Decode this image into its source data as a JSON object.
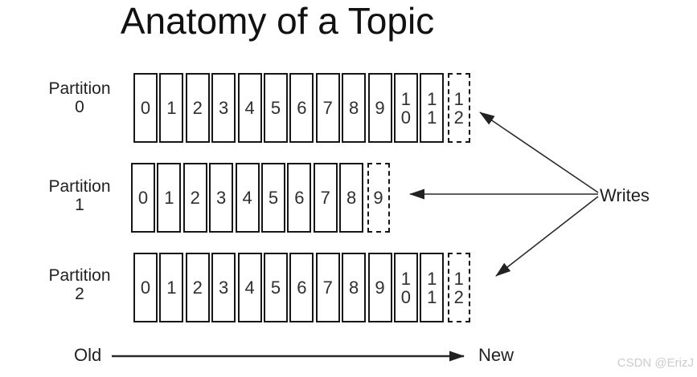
{
  "title": "Anatomy of a Topic",
  "partitions": [
    {
      "label": "Partition",
      "number": "0",
      "cells": [
        "0",
        "1",
        "2",
        "3",
        "4",
        "5",
        "6",
        "7",
        "8",
        "9",
        "10",
        "11",
        "12"
      ],
      "next_write_cell": "12"
    },
    {
      "label": "Partition",
      "number": "1",
      "cells": [
        "0",
        "1",
        "2",
        "3",
        "4",
        "5",
        "6",
        "7",
        "8",
        "9"
      ],
      "next_write_cell": "9"
    },
    {
      "label": "Partition",
      "number": "2",
      "cells": [
        "0",
        "1",
        "2",
        "3",
        "4",
        "5",
        "6",
        "7",
        "8",
        "9",
        "10",
        "11",
        "12"
      ],
      "next_write_cell": "12"
    }
  ],
  "writes_label": "Writes",
  "axis": {
    "old": "Old",
    "new": "New"
  },
  "watermark": "CSDN @ErizJ",
  "colors": {
    "ink": "#1a1a1a",
    "line": "#2a2a2a",
    "watermark": "#cccccc",
    "background": "#ffffff"
  }
}
